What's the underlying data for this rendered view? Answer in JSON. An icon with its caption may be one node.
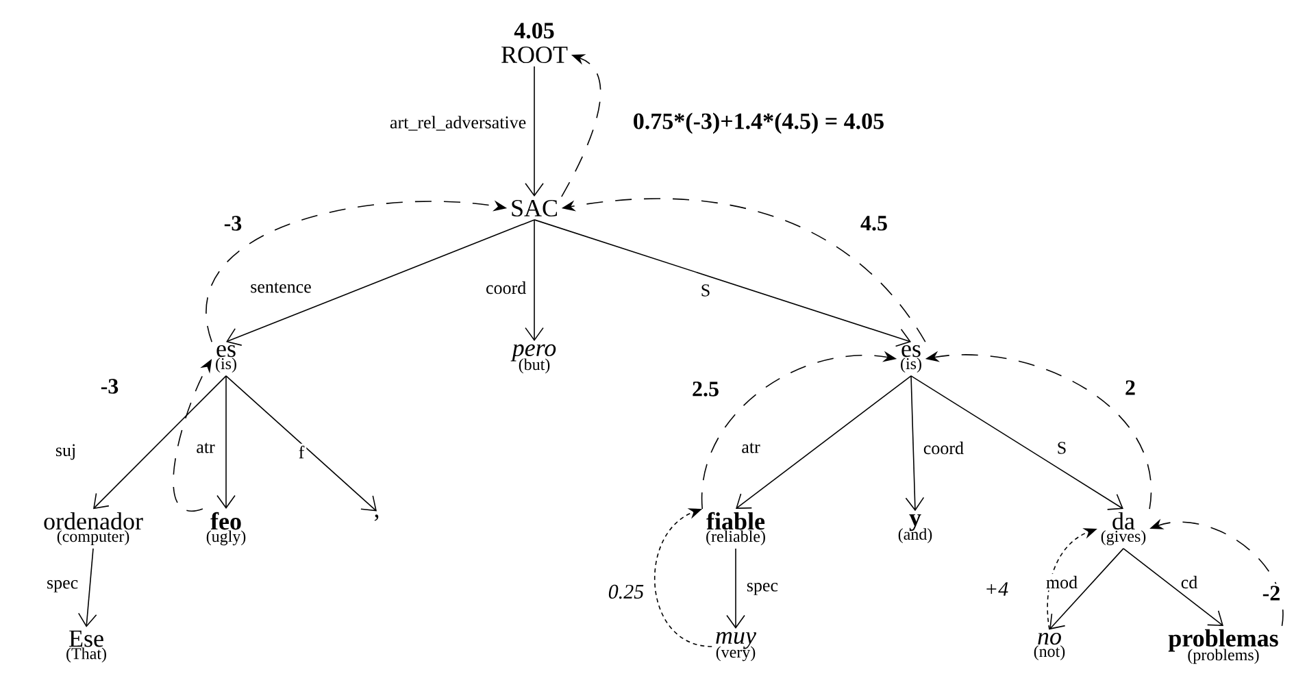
{
  "diagram": {
    "nodes": [
      {
        "text": [
          "ROOT"
        ],
        "beside": [
          "4.05"
        ]
      },
      {
        "text": [
          "SAC"
        ]
      },
      {
        "text": [
          "es",
          "(is)"
        ]
      },
      {
        "text": [
          "pero",
          "(but)"
        ]
      },
      {
        "text": [
          "es",
          "(is)"
        ]
      },
      {
        "text": [
          "ordenador",
          "(computer)"
        ]
      },
      {
        "text": [
          "feo",
          "(ugly)"
        ]
      },
      {
        "text": [
          ","
        ]
      },
      {
        "text": [
          "fiable",
          "(reliable)"
        ]
      },
      {
        "text": [
          "y",
          "(and)"
        ]
      },
      {
        "text": [
          "da",
          "(gives)"
        ]
      },
      {
        "text": [
          "Ese",
          "(That)"
        ]
      },
      {
        "text": [
          "muy",
          "(very)"
        ]
      },
      {
        "text": [
          "no",
          "(not)"
        ]
      },
      {
        "text": [
          "problemas",
          "(problems)"
        ]
      }
    ],
    "edges": [
      {
        "from": 0,
        "to": 1,
        "arrow": "to",
        "label": "art_rel_adversative"
      },
      {
        "from": 1,
        "to": 2,
        "arrow": "to",
        "label": "sentence"
      },
      {
        "from": 1,
        "to": 3,
        "arrow": "to",
        "label": "coord"
      },
      {
        "from": 1,
        "to": 4,
        "arrow": "to",
        "label": "S"
      },
      {
        "from": 2,
        "to": 5,
        "arrow": "to",
        "label": "suj"
      },
      {
        "from": 2,
        "to": 6,
        "arrow": "to",
        "label": "atr"
      },
      {
        "from": 2,
        "to": 7,
        "arrow": "to",
        "label": "f"
      },
      {
        "from": 5,
        "to": 11,
        "arrow": "to",
        "label": "spec"
      },
      {
        "from": 4,
        "to": 8,
        "arrow": "to",
        "label": "atr"
      },
      {
        "from": 4,
        "to": 9,
        "arrow": "to",
        "label": "coord"
      },
      {
        "from": 4,
        "to": 10,
        "arrow": "to",
        "label": "S"
      },
      {
        "from": 8,
        "to": 12,
        "arrow": "to",
        "label": "spec"
      },
      {
        "from": 10,
        "to": 13,
        "arrow": "to",
        "label": "mod"
      },
      {
        "from": 10,
        "to": 14,
        "arrow": "to",
        "label": "cd"
      },
      {
        "from": 6,
        "to": 2,
        "arrow": "to",
        "label": "-3",
        "style": "dashed"
      },
      {
        "from": 2,
        "to": 1,
        "arrow": "to",
        "label": "-3",
        "style": "dashed"
      },
      {
        "from": 4,
        "to": 1,
        "arrow": "to",
        "label": "4.5",
        "style": "dashed"
      },
      {
        "from": 8,
        "to": 4,
        "arrow": "to",
        "label": "2.5",
        "style": "dashed"
      },
      {
        "from": 10,
        "to": 4,
        "arrow": "to",
        "label": "2",
        "style": "dashed"
      },
      {
        "from": 14,
        "to": 10,
        "arrow": "to",
        "label": "-2",
        "style": "dashed"
      },
      {
        "from": 12,
        "to": 8,
        "arrow": "to",
        "label": "0.25",
        "style": "dashed"
      },
      {
        "from": 13,
        "to": 10,
        "arrow": "to",
        "label": "+4",
        "style": "dashed"
      },
      {
        "from": 1,
        "to": 0,
        "arrow": "to",
        "label": "0.75*(-3)+1.4*(4.5) = 4.05",
        "style": "dashed"
      }
    ]
  }
}
